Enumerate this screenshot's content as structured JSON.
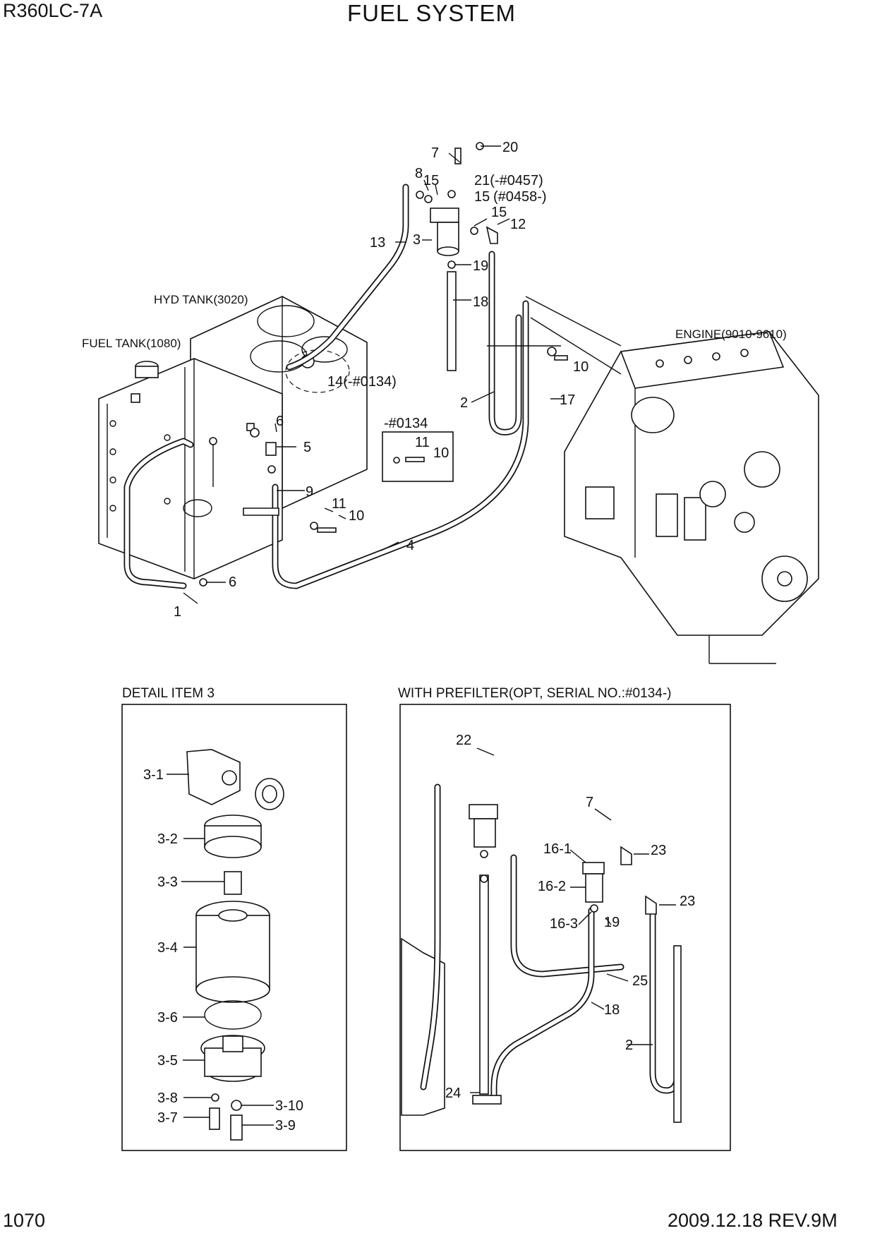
{
  "header": {
    "model": "R360LC-7A",
    "title": "FUEL SYSTEM"
  },
  "footer": {
    "page_number": "1070",
    "revision": "2009.12.18  REV.9M"
  },
  "main_view": {
    "component_labels": {
      "hyd_tank": "HYD TANK(3020)",
      "fuel_tank": "FUEL TANK(1080)",
      "engine": "ENGINE(9010-9610)"
    },
    "callouts": {
      "c7": "7",
      "c20": "20",
      "c8": "8",
      "c15a": "15",
      "c21": "21(-#0457)",
      "c15b": "15",
      "c0458": "(#0458-)",
      "c15c": "15",
      "c12": "12",
      "c13": "13",
      "c3": "3",
      "c19": "19",
      "c18": "18",
      "c14": "14(-#0134)",
      "c10a": "10",
      "c2": "2",
      "c17": "17",
      "c0134": "-#0134",
      "c11a": "11",
      "c10b": "10",
      "c6a": "6",
      "c5": "5",
      "c9": "9",
      "c11b": "11",
      "c10c": "10",
      "c4": "4",
      "c6b": "6",
      "c1": "1"
    }
  },
  "detail_item3": {
    "caption": "DETAIL  ITEM 3",
    "callouts": {
      "p3_1": "3-1",
      "p3_2": "3-2",
      "p3_3": "3-3",
      "p3_4": "3-4",
      "p3_6": "3-6",
      "p3_5": "3-5",
      "p3_8": "3-8",
      "p3_10": "3-10",
      "p3_7": "3-7",
      "p3_9": "3-9"
    }
  },
  "prefilter_view": {
    "caption": "WITH PREFILTER(OPT, SERIAL NO.:#0134-)",
    "callouts": {
      "c22": "22",
      "c7": "7",
      "c16_1": "16-1",
      "c23a": "23",
      "c16_2": "16-2",
      "c23b": "23",
      "c16_3": "16-3",
      "c19": "19",
      "c25": "25",
      "c18": "18",
      "c2": "2",
      "c24": "24"
    }
  }
}
